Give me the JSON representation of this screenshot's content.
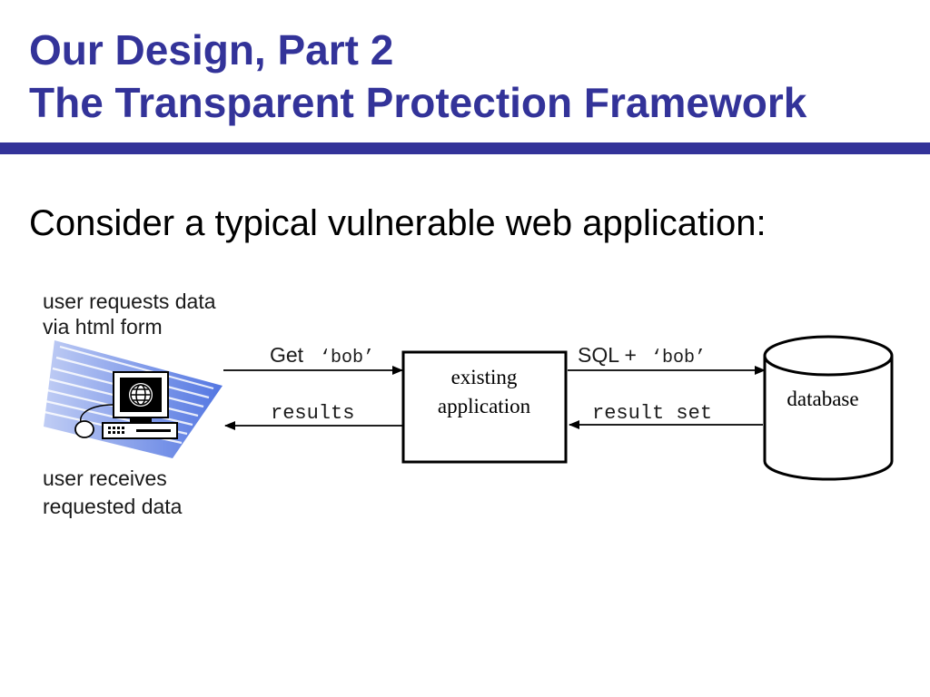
{
  "slide": {
    "title_line1": "Our Design, Part 2",
    "title_line2": "The Transparent Protection Framework",
    "intro": "Consider a typical vulnerable web application:"
  },
  "diagram": {
    "user_request_line1": "user requests data",
    "user_request_line2": "via html form",
    "user_receive_line1": "user receives",
    "user_receive_line2": "requested data",
    "get_label": "Get",
    "get_value": "‘bob’",
    "sql_label": "SQL +",
    "sql_value": "‘bob’",
    "results_label": "results",
    "result_set_label": "result set",
    "app_line1": "existing",
    "app_line2": "application",
    "database_label": "database"
  },
  "colors": {
    "title": "#333399",
    "rule": "#333399",
    "computer_blue": "#4a6fe0"
  },
  "icons": {
    "computer": "computer-icon",
    "globe": "globe-icon",
    "mouse": "mouse-icon",
    "database": "database-cylinder-icon"
  }
}
